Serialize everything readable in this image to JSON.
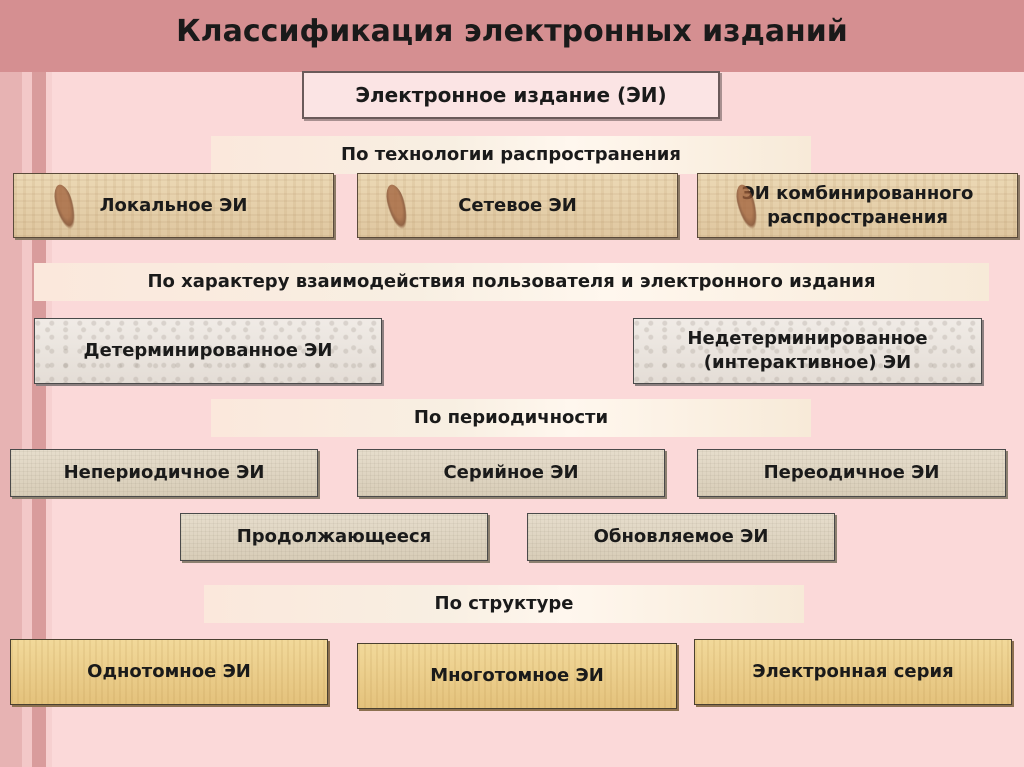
{
  "title": "Классификация электронных изданий",
  "root": "Электронное издание (ЭИ)",
  "sections": {
    "technology": {
      "header": "По технологии распространения",
      "items": [
        "Локальное ЭИ",
        "Сетевое ЭИ",
        "ЭИ комбинированного распространения"
      ]
    },
    "interaction": {
      "header": "По характеру взаимодействия пользователя и электронного издания",
      "items": [
        "Детерминированное ЭИ",
        "Недетерминированное (интерактивное) ЭИ"
      ]
    },
    "periodicity": {
      "header": "По периодичности",
      "items": [
        "Непериодичное ЭИ",
        "Серийное ЭИ",
        "Переодичное ЭИ",
        "Продолжающееся",
        "Обновляемое ЭИ"
      ]
    },
    "structure": {
      "header": "По структуре",
      "items": [
        "Однотомное ЭИ",
        "Многотомное ЭИ",
        "Электронная серия"
      ]
    }
  },
  "colors": {
    "background": "#fbd9d9",
    "title_bar": "#d58f91",
    "text": "#1a1a1a"
  }
}
